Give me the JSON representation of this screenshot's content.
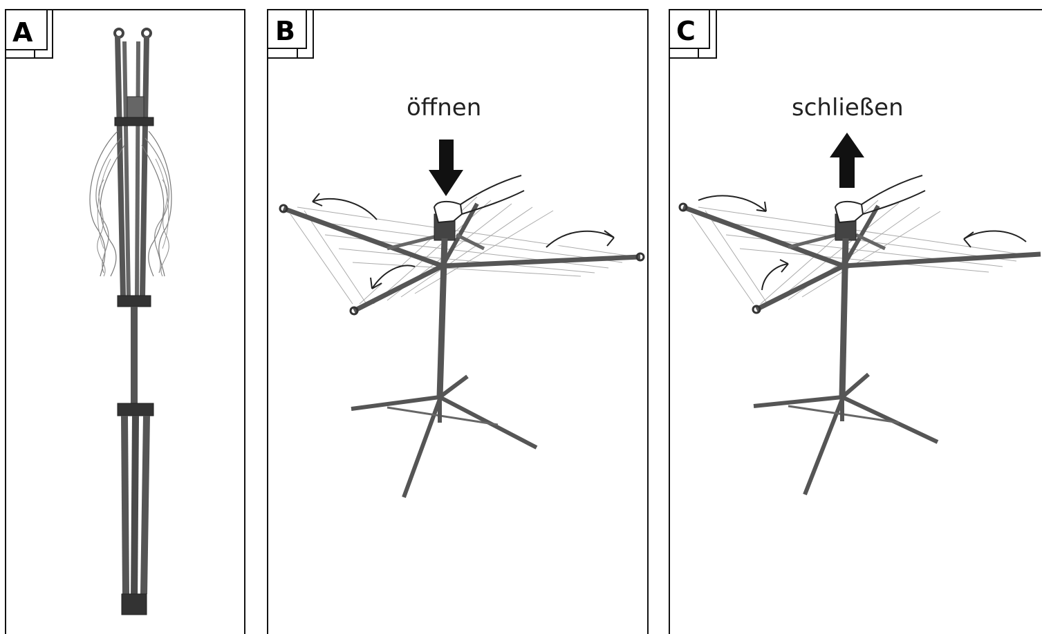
{
  "panels": [
    {
      "label": "A"
    },
    {
      "label": "B",
      "caption": "öffnen",
      "arrow_direction": "down"
    },
    {
      "label": "C",
      "caption": "schließen",
      "arrow_direction": "up"
    }
  ]
}
